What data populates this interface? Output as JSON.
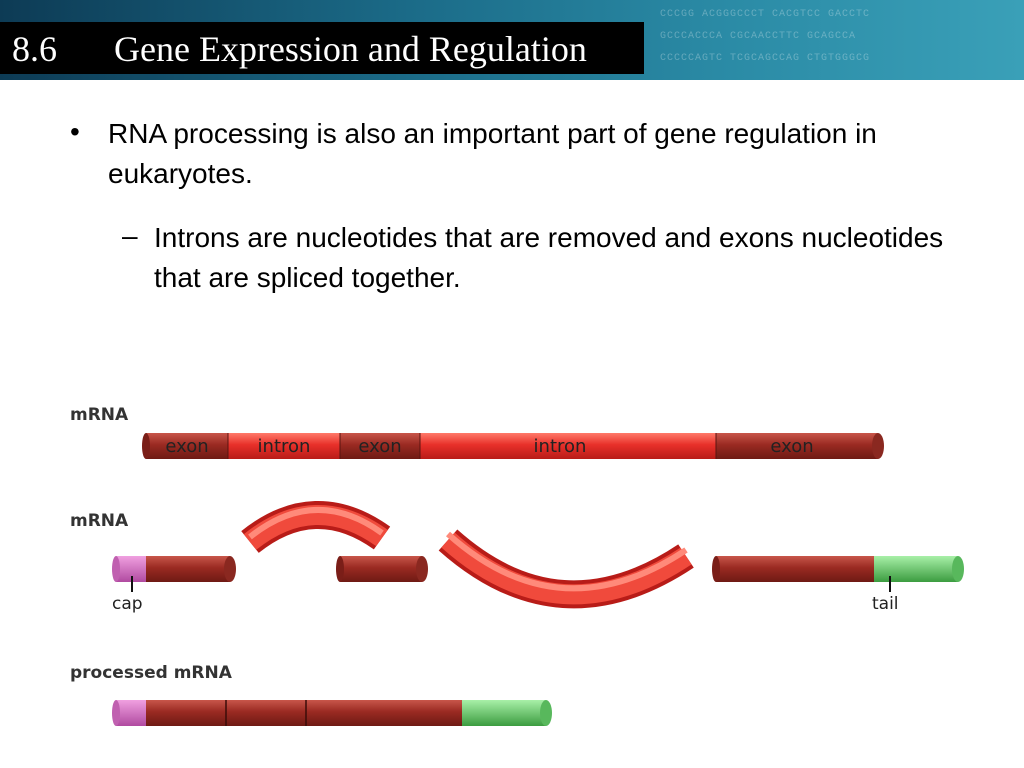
{
  "header": {
    "number": "8.6",
    "title": "Gene Expression and Regulation"
  },
  "bullets": {
    "main": "RNA processing is also an important part of gene regulation in eukaryotes.",
    "sub": "Introns are nucleotides that are removed and exons nucleotides that are spliced together."
  },
  "diagram": {
    "row1_label": "mRNA",
    "row1_segments": [
      "exon",
      "intron",
      "exon",
      "intron",
      "exon"
    ],
    "row2_label": "mRNA",
    "cap_label": "cap",
    "tail_label": "tail",
    "row3_label": "processed mRNA"
  },
  "colors": {
    "exon": "#a8342c",
    "intron": "#e8382c",
    "cap": "#d46cc0",
    "tail": "#5cc060"
  }
}
